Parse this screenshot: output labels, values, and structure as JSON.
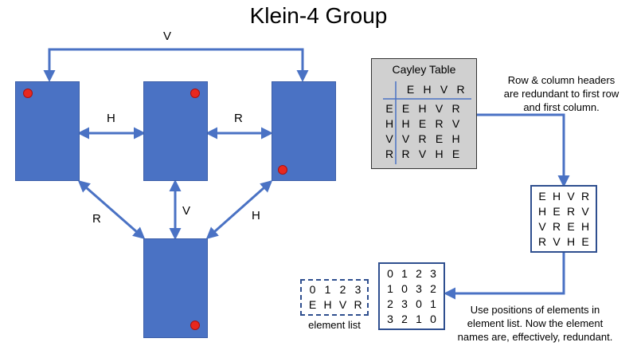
{
  "title": "Klein-4 Group",
  "edge_labels": {
    "top": "V",
    "left_mid": "H",
    "mid_right": "R",
    "left_bottom": "R",
    "mid_bottom": "V",
    "right_bottom": "H"
  },
  "cayley": {
    "title": "Cayley Table",
    "header": [
      "E",
      "H",
      "V",
      "R"
    ],
    "rows": [
      [
        "E",
        "E",
        "H",
        "V",
        "R"
      ],
      [
        "H",
        "H",
        "E",
        "R",
        "V"
      ],
      [
        "V",
        "V",
        "R",
        "E",
        "H"
      ],
      [
        "R",
        "R",
        "V",
        "H",
        "E"
      ]
    ]
  },
  "note_headers": "Row & column headers are redundant to first row and first column.",
  "letter_table": [
    [
      "E",
      "H",
      "V",
      "R"
    ],
    [
      "H",
      "E",
      "R",
      "V"
    ],
    [
      "V",
      "R",
      "E",
      "H"
    ],
    [
      "R",
      "V",
      "H",
      "E"
    ]
  ],
  "number_table": [
    [
      "0",
      "1",
      "2",
      "3"
    ],
    [
      "1",
      "0",
      "3",
      "2"
    ],
    [
      "2",
      "3",
      "0",
      "1"
    ],
    [
      "3",
      "2",
      "1",
      "0"
    ]
  ],
  "element_list": {
    "numbers": [
      "0",
      "1",
      "2",
      "3"
    ],
    "letters": [
      "E",
      "H",
      "V",
      "R"
    ],
    "caption": "element list"
  },
  "note_positions": "Use positions of elements in element list.  Now the element names are, effectively, redundant.",
  "colors": {
    "rect": "#4a72c4",
    "arrow": "#4a72c4",
    "dot": "#e8281e",
    "box_border": "#2f4f8f"
  }
}
